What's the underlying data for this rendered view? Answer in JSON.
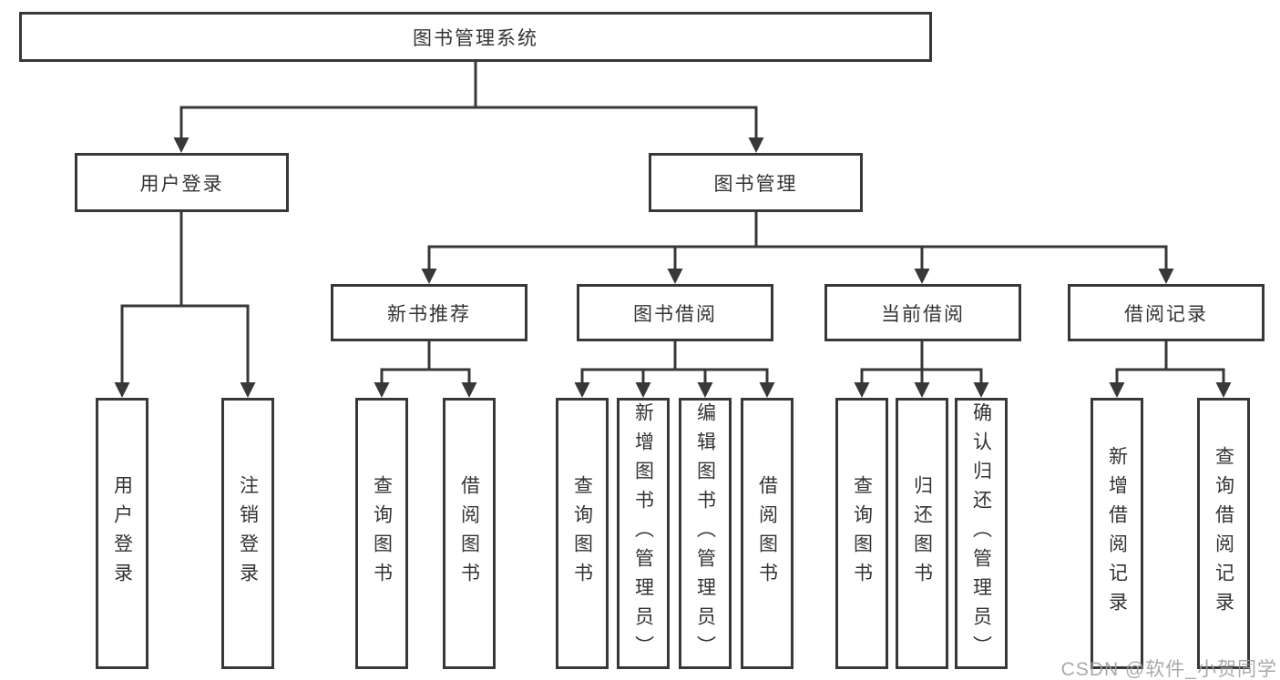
{
  "diagram": {
    "title": "图书管理系统",
    "type": "hierarchy-tree",
    "colors": {
      "border": "#383838",
      "line": "#383838",
      "text": "#333333",
      "watermark": "#9e9e9e",
      "background": "#ffffff"
    },
    "watermark": "CSDN @软件_小贺同学"
  },
  "tree": {
    "root": "图书管理系统",
    "children": [
      {
        "label": "用户登录",
        "children": [
          "用户登录",
          "注销登录"
        ]
      },
      {
        "label": "图书管理",
        "children": [
          {
            "label": "新书推荐",
            "children": [
              "查询图书",
              "借阅图书"
            ]
          },
          {
            "label": "图书借阅",
            "children": [
              "查询图书",
              "新增图书（管理员）",
              "编辑图书（管理员）",
              "借阅图书"
            ]
          },
          {
            "label": "当前借阅",
            "children": [
              "查询图书",
              "归还图书",
              "确认归还（管理员）"
            ]
          },
          {
            "label": "借阅记录",
            "children": [
              "新增借阅记录",
              "查询借阅记录"
            ]
          }
        ]
      }
    ]
  }
}
